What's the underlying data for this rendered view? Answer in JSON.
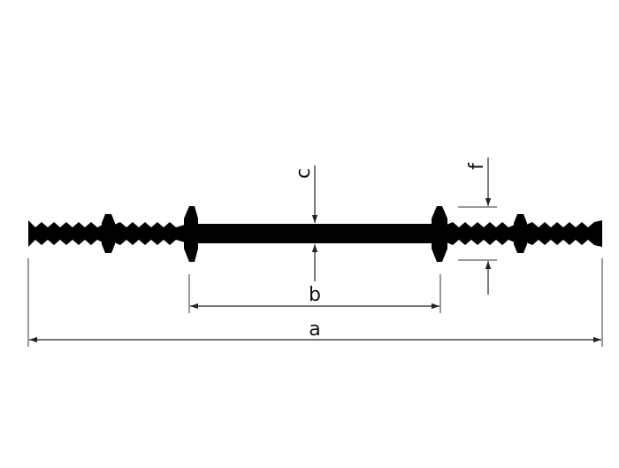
{
  "diagram": {
    "labels": {
      "a": "a",
      "b": "b",
      "c": "c",
      "f": "f"
    },
    "colors": {
      "profile": "#000000",
      "dimension": "#222222",
      "background": "#ffffff"
    }
  }
}
